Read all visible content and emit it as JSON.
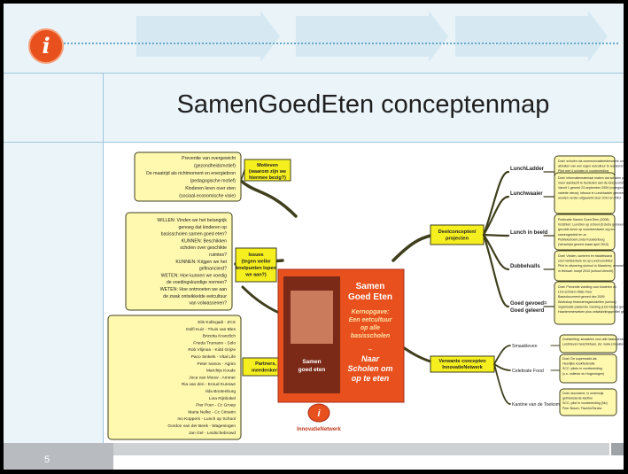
{
  "slide": {
    "title": "SamenGoedEten conceptenmap",
    "page_number": "5",
    "logo_glyph": "i",
    "logo_caption": "InnovatieNetwerk"
  },
  "center": {
    "lines": [
      "Samen",
      "Goed Eten"
    ],
    "subtitle": [
      "Kernopgave:",
      "Een eetcultuur",
      "op alle",
      "basisscholen"
    ],
    "tag": [
      "Naar",
      "Scholen om",
      "op te eten"
    ],
    "photo_caption": [
      "Samen",
      "goed eten"
    ]
  },
  "branches": {
    "motieven": {
      "label": [
        "Motieven",
        "(waarom zijn we",
        "hiermee bezig?)"
      ],
      "items": [
        "Preventie van overgewicht",
        "(gezondheidsmotief)",
        "De maatrijd als richtmoment en energiebron",
        "(pedagogische motief)",
        "Kinderen leren over eten",
        "(sociaal-economische visie)"
      ]
    },
    "issues": {
      "label": [
        "Issues",
        "(tegen welke",
        "knelpunten lopen",
        "we aan?)"
      ],
      "items": [
        "WILLEN: Vinden we het belangrijk",
        "genoeg dat kinderen op",
        "basisscholen samen goed eten?",
        "KUNNEN: Beschikken",
        "scholen over geschikte",
        "ruimtes?",
        "KUNNEN: Krijgen we het",
        "gefinancierd?",
        "WETEN: Hoe kunnen we voedig",
        "de voedingskundige normen?",
        "WETEN: Hoe ontmoeten we aan",
        "de zwak ontwikkelde eetcultuur",
        "van volwassenen?"
      ]
    },
    "partners": {
      "label": [
        "Partners,",
        "meedenkers"
      ],
      "items": [
        "Elis Kollegadi - ZCS",
        "Dolfi Kuiz - Thuis van Bles",
        "Brizetta Kranzlich",
        "Frieda Trumann - Solo",
        "Rob Vlijman - Kidd Grijze",
        "Paco Sinkels - Vital Life",
        "Peter Ivanov - Agrim",
        "Marchijs Koude",
        "Joca van Mouw - Ammer",
        "Ria van den - Eroud Kunswe",
        "Ilda Bootenburg",
        "Lina Rijnbokel",
        "Pier Poer - Cc Groep",
        "Maria Nelke - Cc Cimarin",
        "Ivo Koppers - Lunch op School",
        "Gordon van der Beek - Wageningen",
        "Jan Gel - Leidschebrowd"
      ]
    },
    "deelconcepten": {
      "label": [
        "Deelconcepten/",
        "projecten"
      ],
      "subs": [
        {
          "name": "LunchLadder",
          "items": [
            "Doel: scholen via communicatieleiderswerk ontwikkelen en",
            "afsluiten van een eigen eetcultuur te realiseren",
            "Pilot met 4 scholen in voorbereiding"
          ]
        },
        {
          "name": "Lunchwaaier",
          "items": [
            "Doel: informatiemateriaal maken dat scholen prikkelt om",
            "meer aandacht te besteden aan de lunchcondities",
            "Vanuit 1 gereed 23 september 2009 (vormgeving aan",
            "varietie nieuw): Inbouw in Lunchladder gemeen, Lunchwaaier",
            "worden verder uitgewerkt door 2010 en TNO"
          ]
        },
        {
          "name": "Lunch in beeld",
          "items": [
            "Publicatie Samen Goed Eten (2008)",
            "Inzichten: Lunchen op school (8 clubs gemeen en",
            "gevulde lunch op noordwestwerk org en",
            "samengesteld en zo",
            "Publieksboek Linda Kooelenburg",
            "(Verschijnt gereed maart april 2010)"
          ]
        },
        {
          "name": "Dubbelvalls",
          "items": [
            "Doel: Vinden, sorteren en middelstand",
            "snel hanteerbare lei op Lunchcondities",
            "Pilot in uitvoering (school in Maarlem), verwachte",
            "in februari: hoopt 2010 (school Utrecht)"
          ]
        },
        {
          "name": "Goed gevoed=",
          "name2": "Goed geleerd",
          "items": [
            "Doel: Preventie voeding voor kinderen op",
            "LDs scholen-vitale meer",
            "Basisdocument gereed dec 2009",
            "Workshop financieringsmodellen (school)",
            "organisatie passende voeding (LDs interns gevonden",
            "Haarlemmerweken plus ontwikkelingsprofiel gereed"
          ]
        }
      ]
    },
    "verwante": {
      "label": [
        "Verwante concepten",
        "InnovatieNetwerk"
      ],
      "subs": [
        {
          "name": "Smaakleven",
          "items": [
            "Doelstelling: smaaklen voor alle basisscholen",
            "Lesbrieven beschikbaar, zie: www.smaakleven.nl"
          ]
        },
        {
          "name": "Celebrate Food",
          "items": [
            "Doel: De supermarkt als",
            "Heerlijke kookfederatie",
            "SCC: piloto in voorbereiding",
            "(c.s. unilever en Hogeningen)"
          ]
        },
        {
          "name": "Kantine van de Toekomst",
          "items": [
            "Doel: duurzame, in onderwijs",
            "gefinancierde kantine",
            "SCC: pilot in voorbereiding (Nu)",
            "Peer Busch, Fischlin/Tarclia"
          ]
        }
      ]
    }
  },
  "colors": {
    "note_fill": "#fff9b0",
    "branch_stroke": "#3f3f1e",
    "highlight": "#f6ef20",
    "center_fill": "#e8501d",
    "title_band": "#eaf4f9",
    "header_arrows": "#d4e8f2"
  }
}
